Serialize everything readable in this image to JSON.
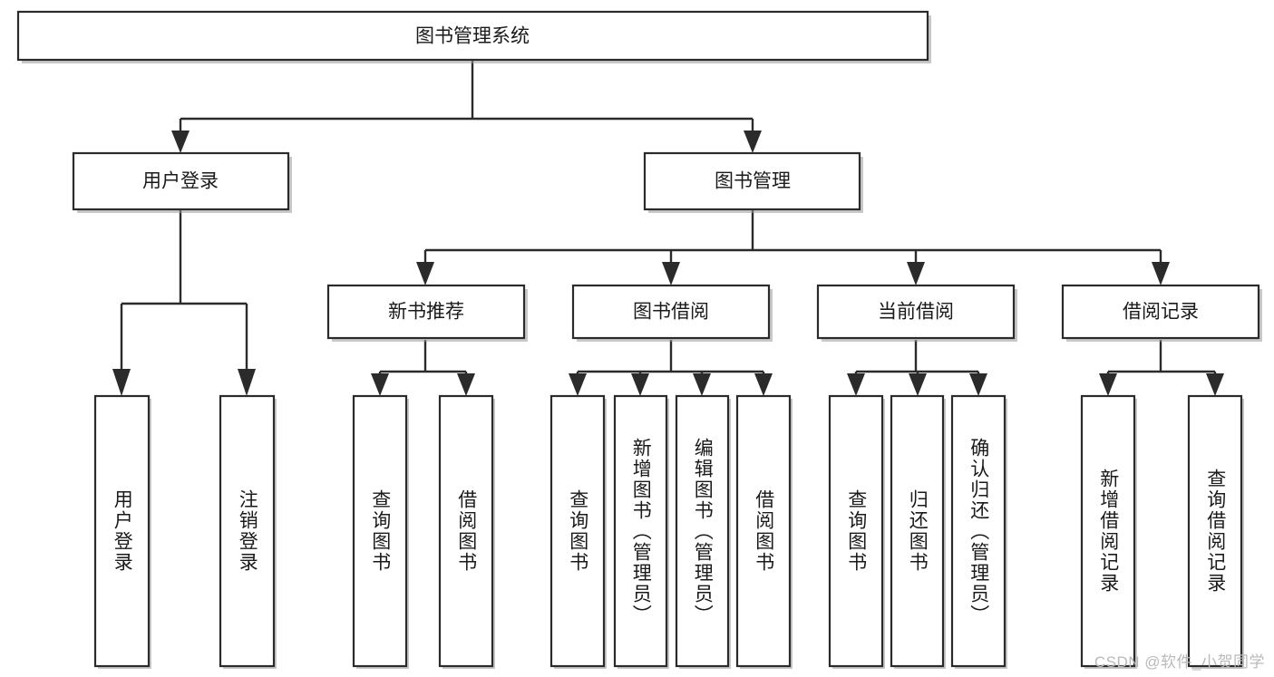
{
  "diagram": {
    "type": "tree",
    "title": "图书管理系统",
    "orientation": "top-down",
    "watermark": "CSDN @软件_小贺同学",
    "colors": {
      "box_fill": "#ffffff",
      "box_stroke": "#2b2b2b",
      "text": "#1a1a1a",
      "watermark": "#b9b9b9",
      "background": "#ffffff"
    },
    "levels": {
      "root": {
        "label": "图书管理系统"
      },
      "level2": [
        {
          "label": "用户登录"
        },
        {
          "label": "图书管理"
        }
      ],
      "level3": [
        {
          "label": "新书推荐"
        },
        {
          "label": "图书借阅"
        },
        {
          "label": "当前借阅"
        },
        {
          "label": "借阅记录"
        }
      ]
    },
    "nodes": {
      "root": "图书管理系统",
      "user_login": "用户登录",
      "book_manage": "图书管理",
      "new_book_rec": "新书推荐",
      "book_borrow": "图书借阅",
      "current_borrow": "当前借阅",
      "borrow_record": "借阅记录"
    },
    "leaves": [
      {
        "id": "leaf-user-login",
        "label": "用户登录",
        "parent": "用户登录"
      },
      {
        "id": "leaf-logout-login",
        "label": "注销登录",
        "parent": "用户登录"
      },
      {
        "id": "leaf-query-book-1",
        "label": "查询图书",
        "parent": "新书推荐"
      },
      {
        "id": "leaf-borrow-book-1",
        "label": "借阅图书",
        "parent": "新书推荐"
      },
      {
        "id": "leaf-query-book-2",
        "label": "查询图书",
        "parent": "图书借阅"
      },
      {
        "id": "leaf-add-book",
        "label": "新增图书（管理员）",
        "parent": "图书借阅"
      },
      {
        "id": "leaf-edit-book",
        "label": "编辑图书（管理员）",
        "parent": "图书借阅"
      },
      {
        "id": "leaf-borrow-book-2",
        "label": "借阅图书",
        "parent": "图书借阅"
      },
      {
        "id": "leaf-query-book-3",
        "label": "查询图书",
        "parent": "当前借阅"
      },
      {
        "id": "leaf-return-book",
        "label": "归还图书",
        "parent": "当前借阅"
      },
      {
        "id": "leaf-confirm-return",
        "label": "确认归还（管理员）",
        "parent": "当前借阅"
      },
      {
        "id": "leaf-add-record",
        "label": "新增借阅记录",
        "parent": "借阅记录"
      },
      {
        "id": "leaf-query-record",
        "label": "查询借阅记录",
        "parent": "借阅记录"
      }
    ]
  }
}
